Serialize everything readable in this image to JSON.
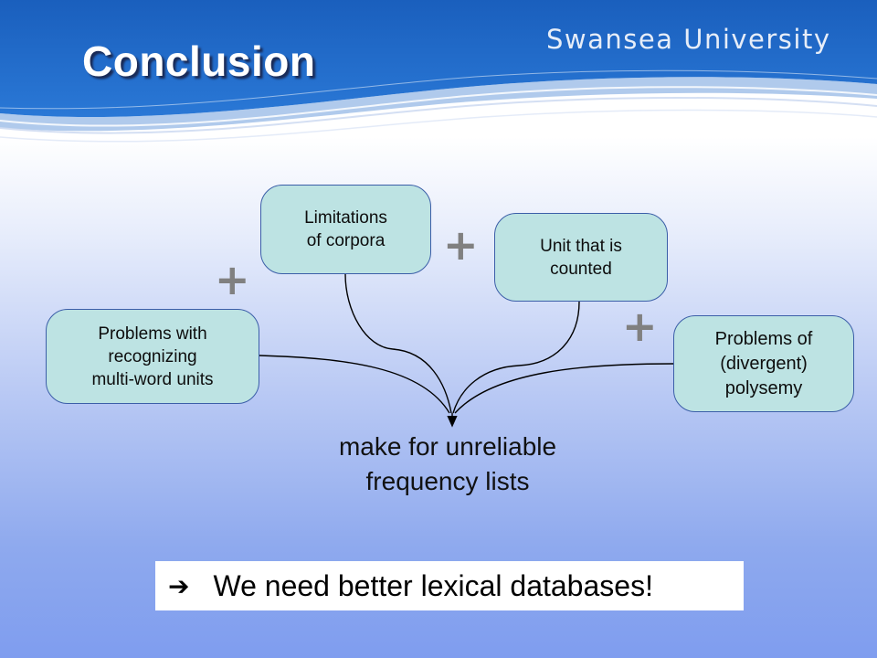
{
  "slide": {
    "title": "Conclusion",
    "university": "Swansea University"
  },
  "diagram": {
    "nodes": [
      {
        "id": "limitations",
        "label": "Limitations\nof corpora"
      },
      {
        "id": "unit",
        "label": "Unit that is\ncounted"
      },
      {
        "id": "multiword",
        "label": "Problems with\nrecognizing\nmulti-word units"
      },
      {
        "id": "polysemy",
        "label": "Problems of\n(divergent)\npolysemy"
      }
    ],
    "operators": [
      "+",
      "+",
      "+"
    ],
    "result": "make for unreliable\nfrequency lists"
  },
  "conclusion": {
    "arrow_icon": "right-arrow-icon",
    "text": "We need better lexical databases!"
  },
  "colors": {
    "header_blue": "#1e66c4",
    "node_fill": "#bde3e3",
    "node_border": "#3b5ea8",
    "plus_gray": "#808080"
  }
}
